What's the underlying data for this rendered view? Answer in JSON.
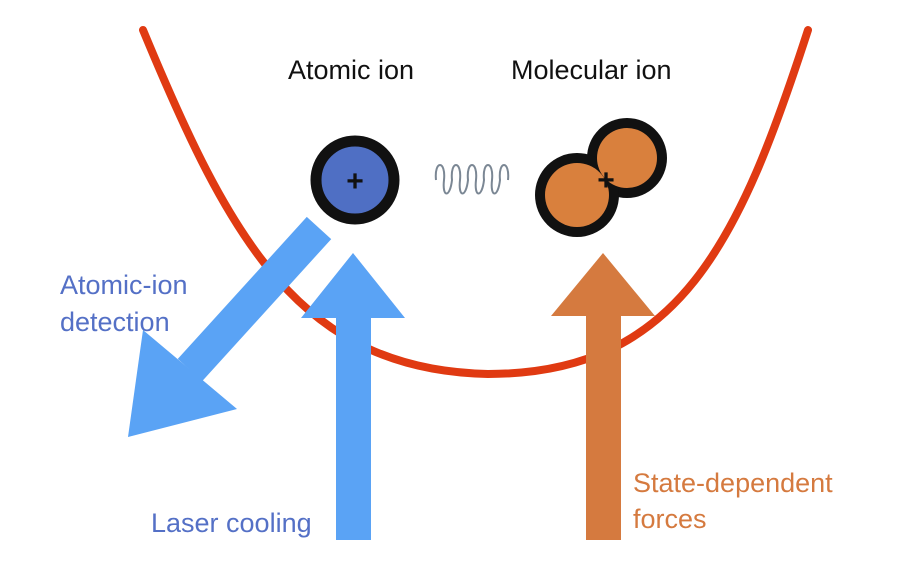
{
  "labels": {
    "atomic_ion": "Atomic ion",
    "molecular_ion": "Molecular ion",
    "detection_line1": "Atomic-ion",
    "detection_line2": "detection",
    "laser_cooling": "Laser cooling",
    "forces_line1": "State-dependent",
    "forces_line2": "forces"
  },
  "ions": {
    "atomic_charge": "+",
    "molecular_charge": "+"
  },
  "colors": {
    "trap": "#e03a12",
    "atomic_ion_fill": "#4f6fc4",
    "molecular_ion_fill": "#d9803d",
    "blue_arrow": "#5aa3f5",
    "orange_arrow": "#d57a3f",
    "blue_text": "#5470c6",
    "orange_text": "#d57a3f",
    "spring": "#7b8794",
    "outline": "#111111"
  },
  "icons": {
    "coupling": "spring-icon"
  }
}
